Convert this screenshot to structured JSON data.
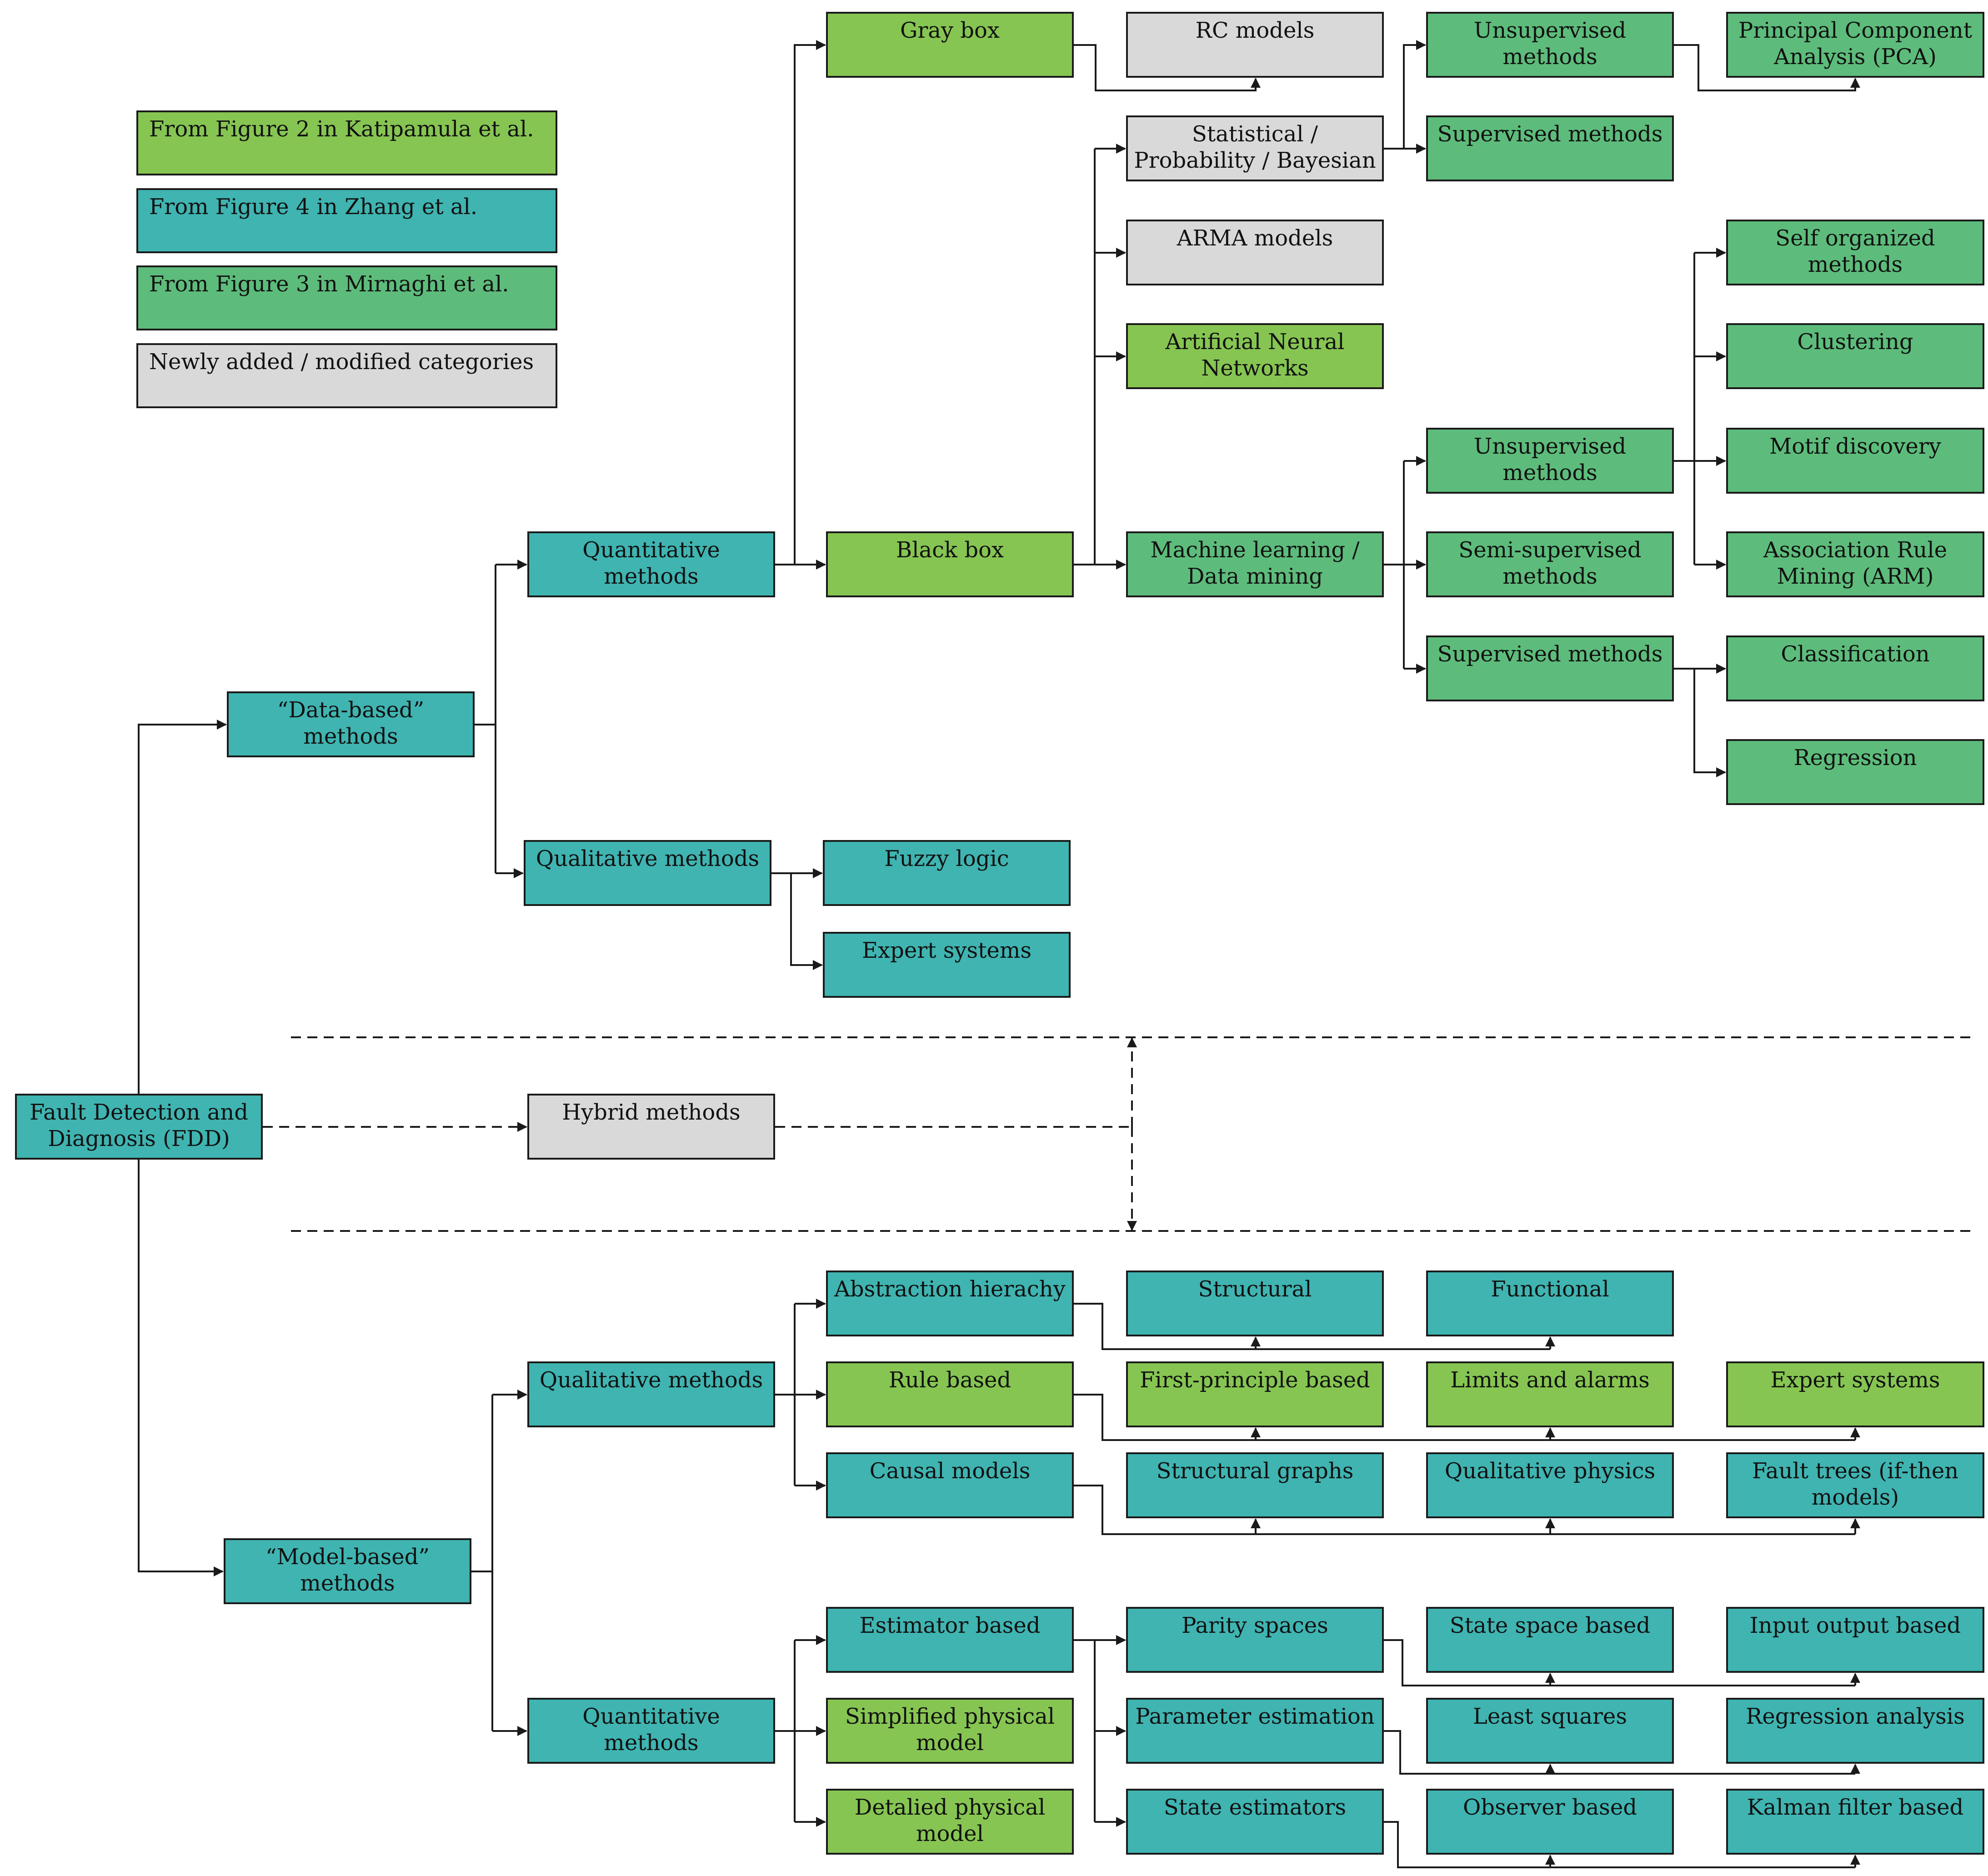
{
  "colors": {
    "katipamula": "#86c552",
    "zhang": "#3fb4b1",
    "mirnaghi": "#5dbc7b",
    "new": "#d9d9d9",
    "line": "#1a1a1a"
  },
  "legend": {
    "katipamula": "From Figure 2 in Katipamula et al.",
    "zhang": "From Figure 4 in Zhang et al.",
    "mirnaghi": "From Figure 3 in Mirnaghi et al.",
    "new": "Newly added / modified categories"
  },
  "nodes": {
    "fdd": "Fault Detection and\nDiagnosis (FDD)",
    "data_based": "“Data-based”\nmethods",
    "model_based": "“Model-based”\nmethods",
    "hybrid": "Hybrid methods",
    "data_quantitative": "Quantitative\nmethods",
    "data_qualitative": "Qualitative methods",
    "fuzzy_logic": "Fuzzy logic",
    "expert_systems_data": "Expert systems",
    "gray_box": "Gray box",
    "black_box": "Black box",
    "rc_models": "RC models",
    "statistical": "Statistical /\nProbability / Bayesian",
    "arma": "ARMA models",
    "ann": "Artificial Neural\nNetworks",
    "ml": "Machine learning /\nData mining",
    "unsupervised_stat": "Unsupervised\nmethods",
    "supervised_stat": "Supervised methods",
    "pca": "Principal Component\nAnalysis (PCA)",
    "unsupervised_ml": "Unsupervised\nmethods",
    "semi_supervised": "Semi-supervised\nmethods",
    "supervised_ml": "Supervised methods",
    "self_organized": "Self organized\nmethods",
    "clustering": "Clustering",
    "motif": "Motif discovery",
    "arm": "Association Rule\nMining (ARM)",
    "classification": "Classification",
    "regression": "Regression",
    "model_qualitative": "Qualitative methods",
    "model_quantitative": "Quantitative\nmethods",
    "abstraction": "Abstraction hierachy",
    "rule_based": "Rule based",
    "causal": "Causal models",
    "structural": "Structural",
    "functional": "Functional",
    "first_principle": "First-principle based",
    "limits_alarms": "Limits and alarms",
    "expert_systems_model": "Expert systems",
    "structural_graphs": "Structural graphs",
    "qualitative_physics": "Qualitative physics",
    "fault_trees": "Fault trees (if-then\nmodels)",
    "estimator": "Estimator based",
    "simplified_physical": "Simplified physical\nmodel",
    "detailed_physical": "Detalied physical\nmodel",
    "parity": "Parity spaces",
    "state_space": "State space based",
    "input_output": "Input output based",
    "parameter_estimation": "Parameter estimation",
    "least_squares": "Least squares",
    "regression_analysis": "Regression analysis",
    "state_estimators": "State estimators",
    "observer": "Observer based",
    "kalman": "Kalman filter based"
  }
}
